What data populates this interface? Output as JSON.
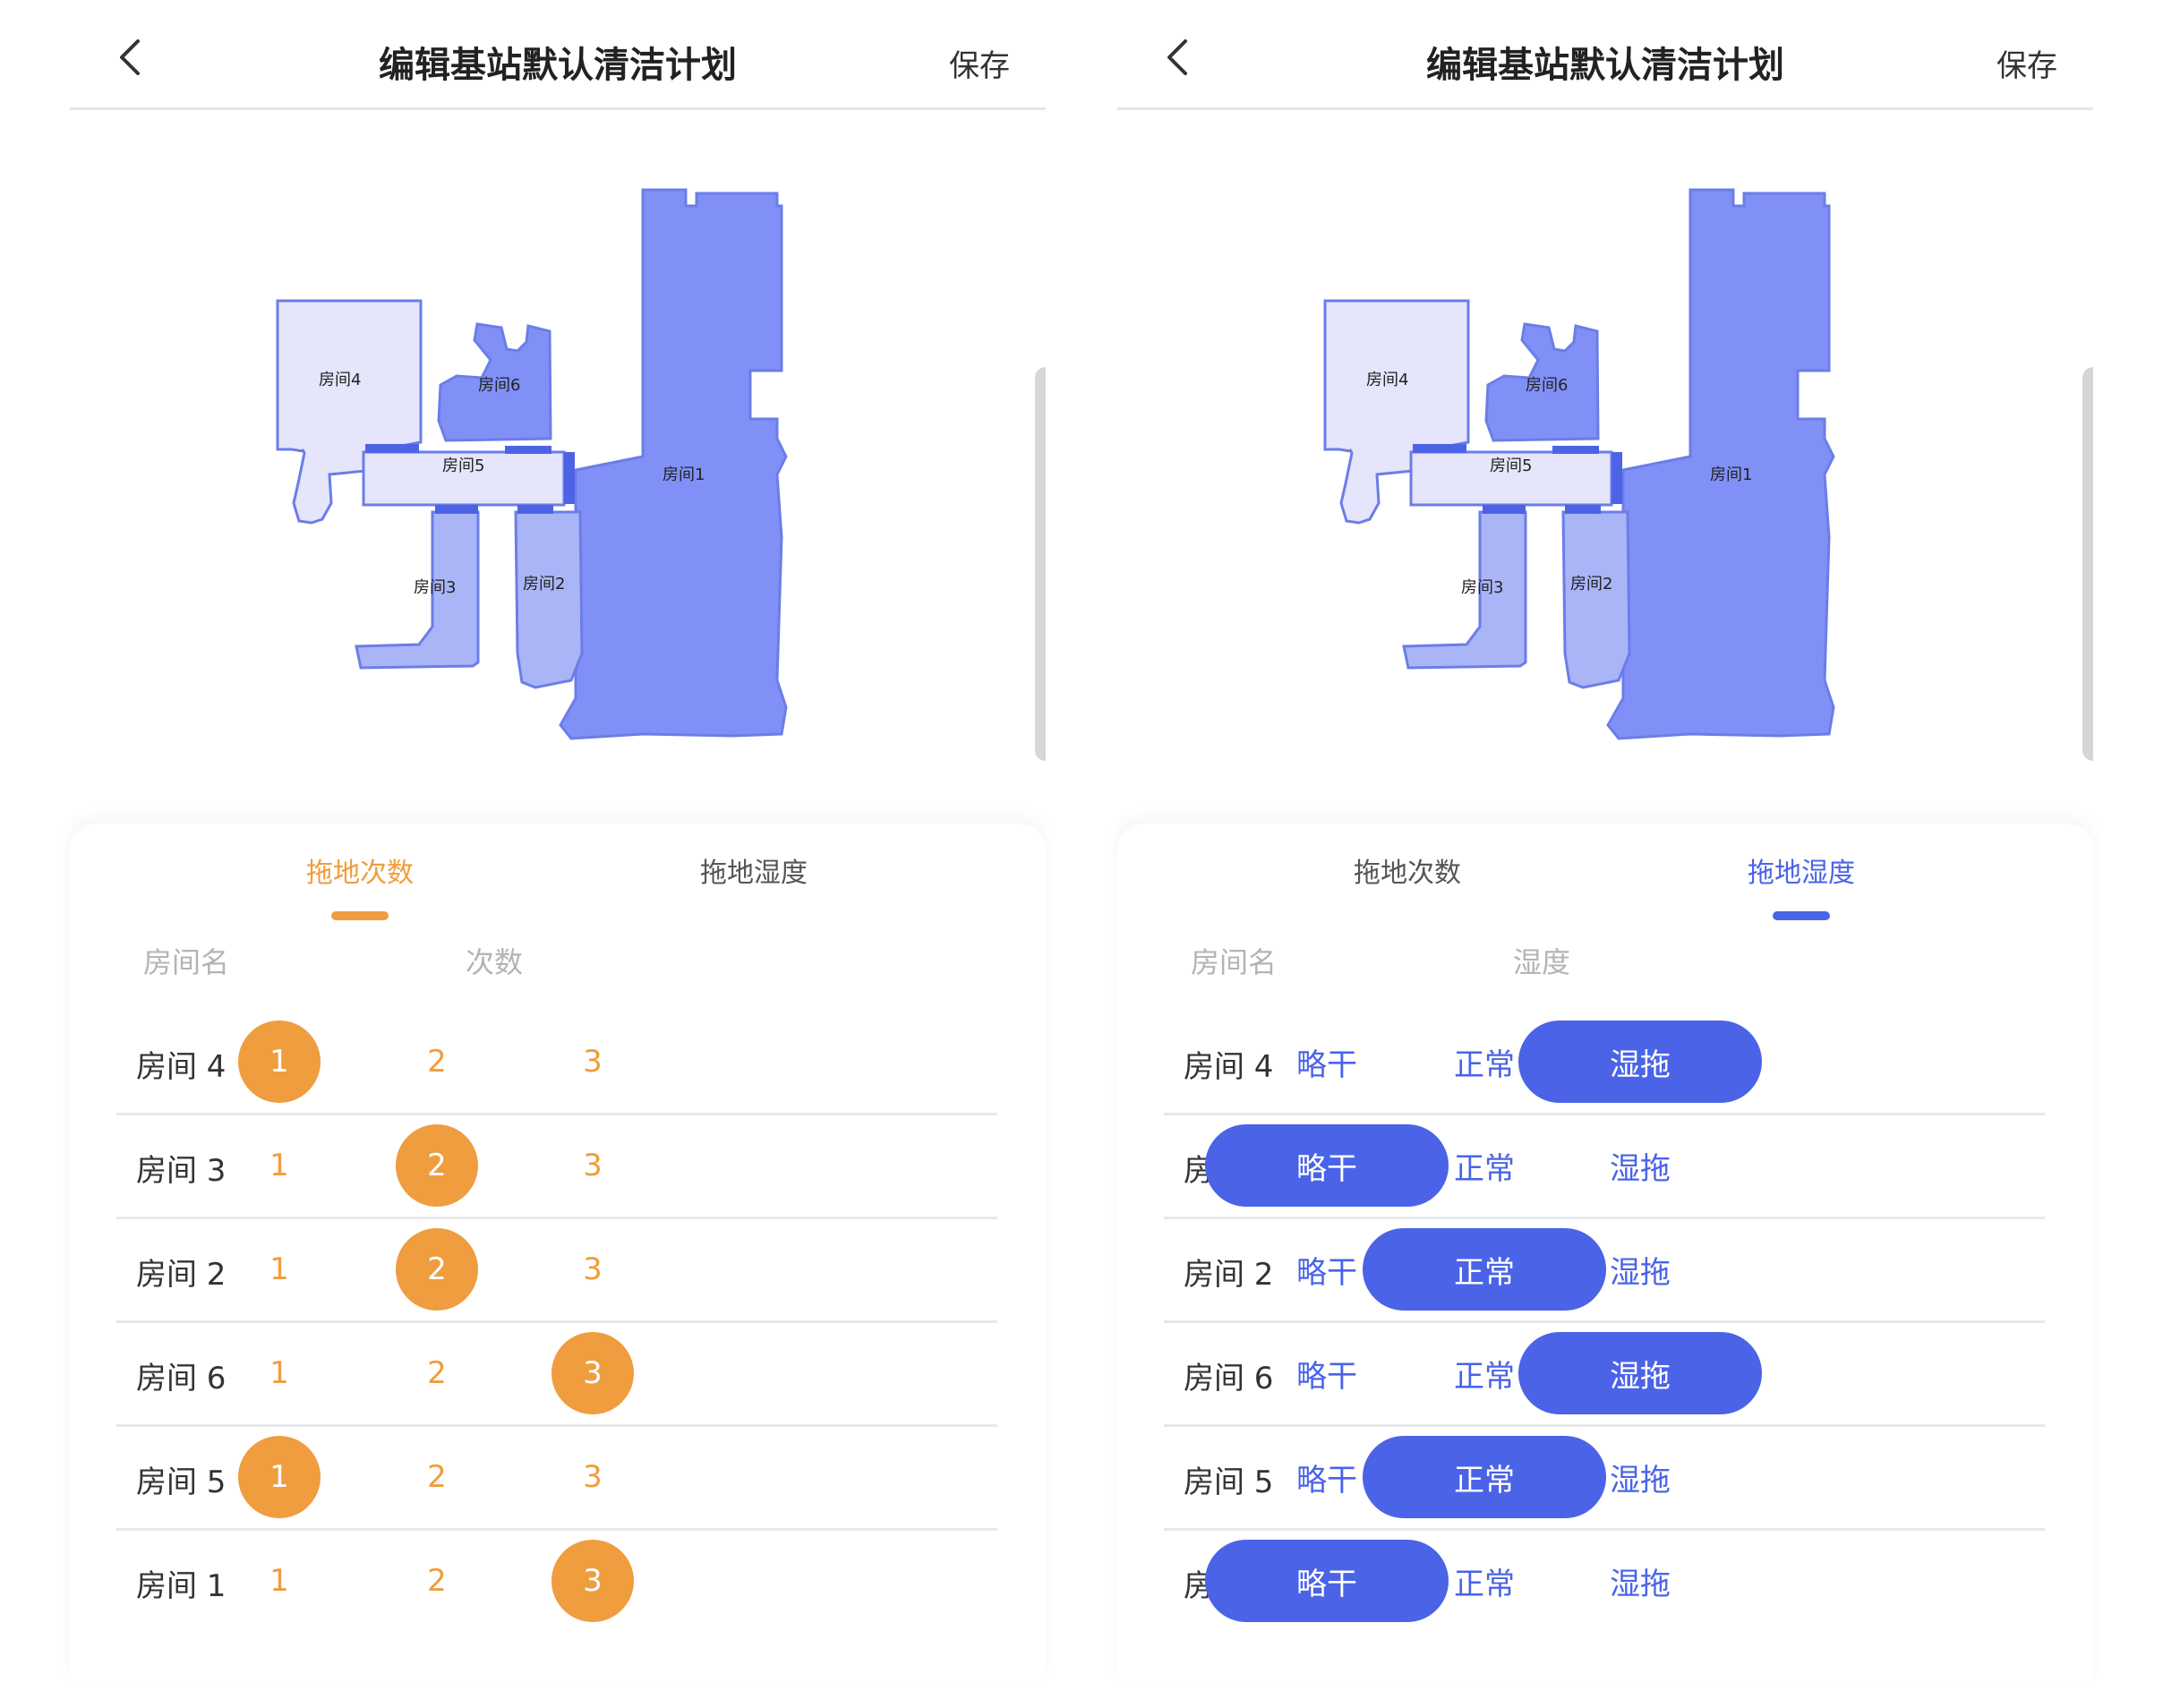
{
  "header": {
    "title": "编辑基站默认清洁计划",
    "save_label": "保存"
  },
  "map": {
    "colors": {
      "light": "#e5e5fb",
      "medium": "#aab5f8",
      "dark": "#8090f7",
      "door": "#4d63e6",
      "outline": "#6b7de8"
    },
    "rooms": [
      {
        "label": "房间1"
      },
      {
        "label": "房间2"
      },
      {
        "label": "房间3"
      },
      {
        "label": "房间4"
      },
      {
        "label": "房间5"
      },
      {
        "label": "房间6"
      }
    ]
  },
  "tabs": {
    "count_tab": "拖地次数",
    "humidity_tab": "拖地湿度"
  },
  "count_panel": {
    "col_room": "房间名",
    "col_value": "次数",
    "options": [
      "1",
      "2",
      "3"
    ],
    "accent": "#ef9d3e",
    "rows": [
      {
        "name": "房间 4",
        "selected": "1"
      },
      {
        "name": "房间 3",
        "selected": "2"
      },
      {
        "name": "房间 2",
        "selected": "2"
      },
      {
        "name": "房间 6",
        "selected": "3"
      },
      {
        "name": "房间 5",
        "selected": "1"
      },
      {
        "name": "房间 1",
        "selected": "3"
      }
    ]
  },
  "humidity_panel": {
    "col_room": "房间名",
    "col_value": "湿度",
    "options": [
      "略干",
      "正常",
      "湿拖"
    ],
    "accent": "#4a63e7",
    "rows": [
      {
        "name": "房间 4",
        "selected": "湿拖"
      },
      {
        "name": "房间 3",
        "selected": "略干"
      },
      {
        "name": "房间 2",
        "selected": "正常"
      },
      {
        "name": "房间 6",
        "selected": "湿拖"
      },
      {
        "name": "房间 5",
        "selected": "正常"
      },
      {
        "name": "房间 1",
        "selected": "略干"
      }
    ]
  }
}
